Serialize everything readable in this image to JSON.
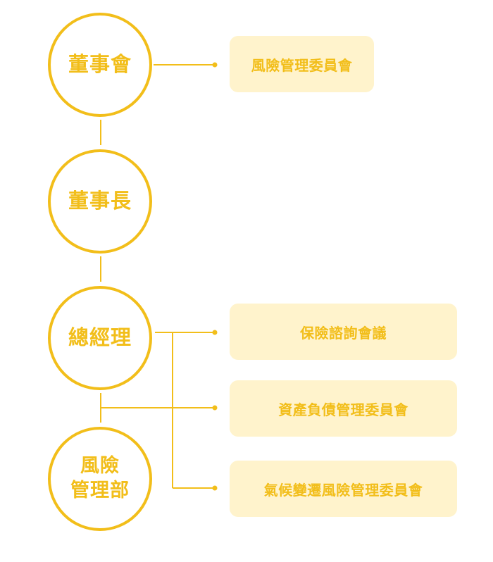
{
  "diagram": {
    "nodes": [
      {
        "id": "board",
        "label": "董事會"
      },
      {
        "id": "chairman",
        "label": "董事長"
      },
      {
        "id": "president",
        "label": "總經理"
      },
      {
        "id": "risk_dept",
        "label": "風險\n管理部"
      }
    ],
    "committees": [
      {
        "id": "risk_committee",
        "label": "風險管理委員會"
      },
      {
        "id": "insurance_consult",
        "label": "保險諮詢會議"
      },
      {
        "id": "alm_committee",
        "label": "資產負債管理委員會"
      },
      {
        "id": "climate_committee",
        "label": "氣候變遷風險管理委員會"
      }
    ]
  },
  "colors": {
    "accent": "#f2be1a",
    "box_fill": "#fff3cc"
  }
}
